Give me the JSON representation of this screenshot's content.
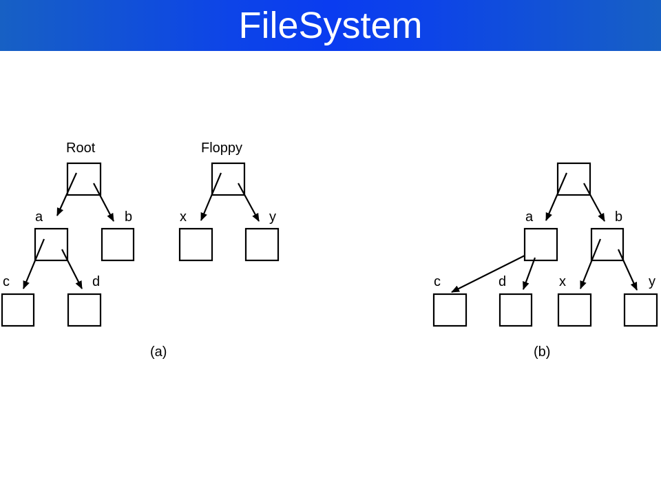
{
  "slide": {
    "title": "FileSystem"
  },
  "panel_a": {
    "caption": "(a)",
    "root_label": "Root",
    "floppy_label": "Floppy",
    "labels": {
      "a": "a",
      "b": "b",
      "c": "c",
      "d": "d",
      "x": "x",
      "y": "y"
    }
  },
  "panel_b": {
    "caption": "(b)",
    "labels": {
      "a": "a",
      "b": "b",
      "c": "c",
      "d": "d",
      "x": "x",
      "y": "y"
    }
  }
}
